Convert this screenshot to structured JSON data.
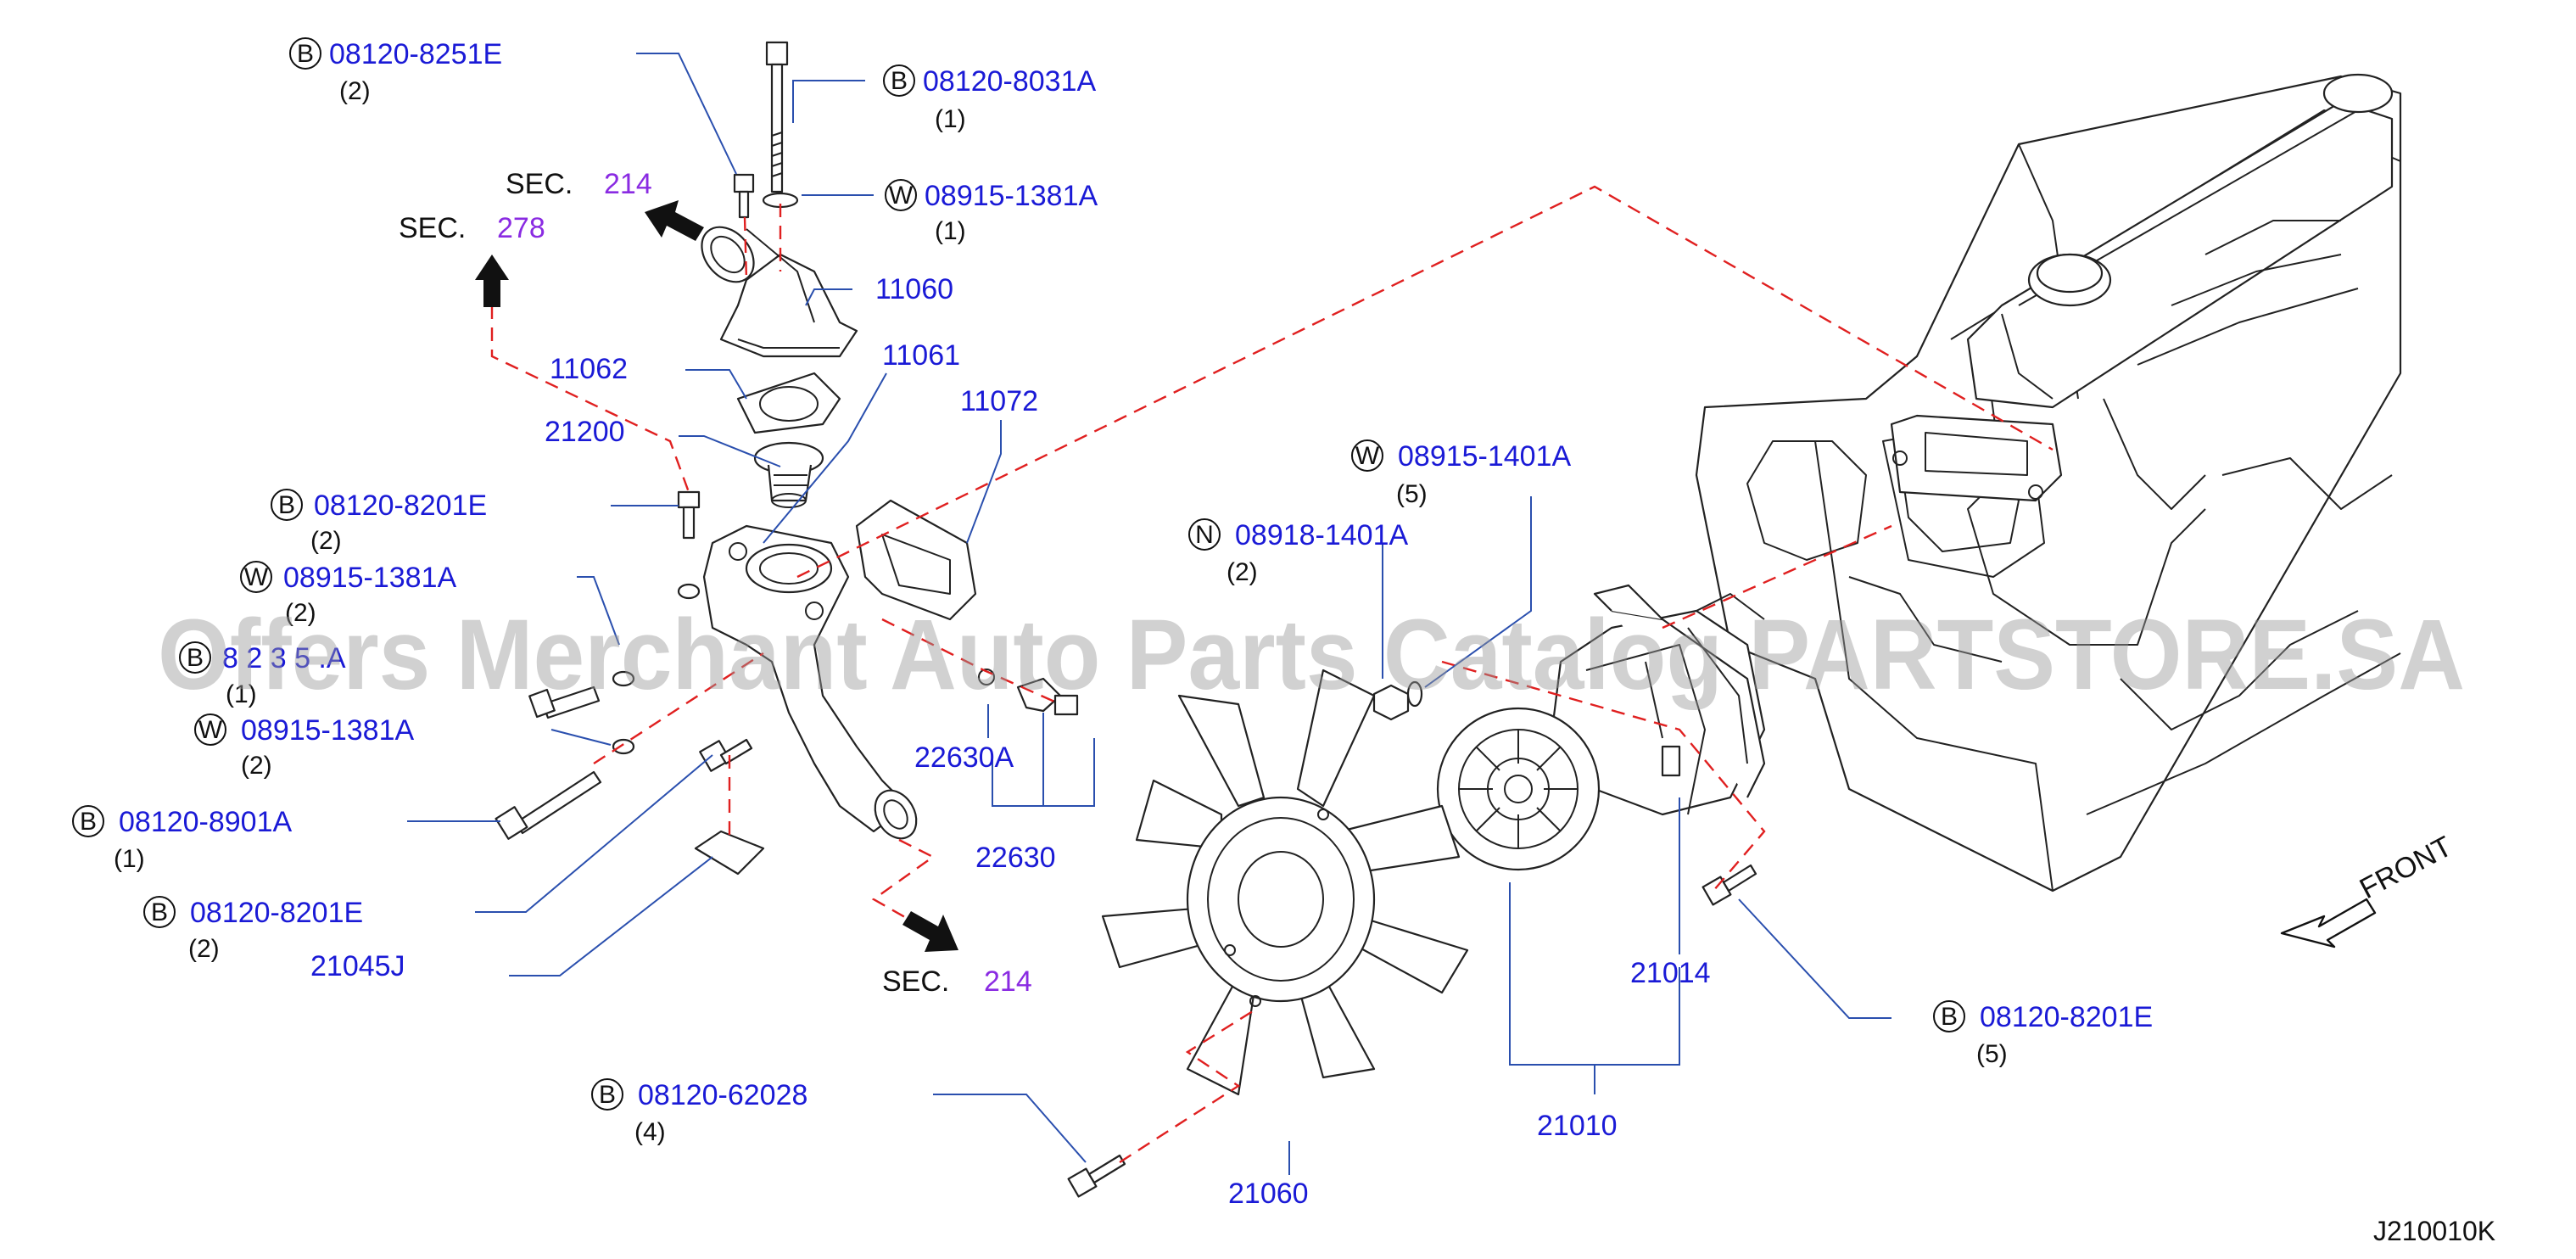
{
  "diagram_code": "J210010K",
  "watermark": "Offers Merchant Auto Parts Catalog PARTSTORE.SA",
  "front_label": "FRONT",
  "sections": [
    {
      "prefix": "SEC.",
      "num": "214"
    },
    {
      "prefix": "SEC.",
      "num": "278"
    },
    {
      "prefix": "SEC.",
      "num": "214"
    }
  ],
  "callouts": [
    {
      "badge": "B",
      "part": "08120-8251E",
      "qty": "(2)"
    },
    {
      "badge": "B",
      "part": "08120-8031A",
      "qty": "(1)"
    },
    {
      "badge": "W",
      "part": "08915-1381A",
      "qty": "(1)"
    },
    {
      "badge": "B",
      "part": "08120-8201E",
      "qty": "(2)"
    },
    {
      "badge": "W",
      "part": "08915-1381A",
      "qty": "(2)"
    },
    {
      "badge": "B",
      "part": "8 2 3  5 .A",
      "qty": "(1)"
    },
    {
      "badge": "W",
      "part": "08915-1381A",
      "qty": "(2)"
    },
    {
      "badge": "B",
      "part": "08120-8901A",
      "qty": "(1)"
    },
    {
      "badge": "B",
      "part": "08120-8201E",
      "qty": "(2)"
    },
    {
      "badge": "W",
      "part": "08915-1401A",
      "qty": "(5)"
    },
    {
      "badge": "N",
      "part": "08918-1401A",
      "qty": "(2)"
    },
    {
      "badge": "B",
      "part": "08120-8201E",
      "qty": "(5)"
    },
    {
      "badge": "B",
      "part": "08120-62028",
      "qty": "(4)"
    }
  ],
  "labels": [
    "11060",
    "11062",
    "11061",
    "11072",
    "21200",
    "22630A",
    "22630",
    "21045J",
    "21014",
    "21010",
    "21060"
  ]
}
